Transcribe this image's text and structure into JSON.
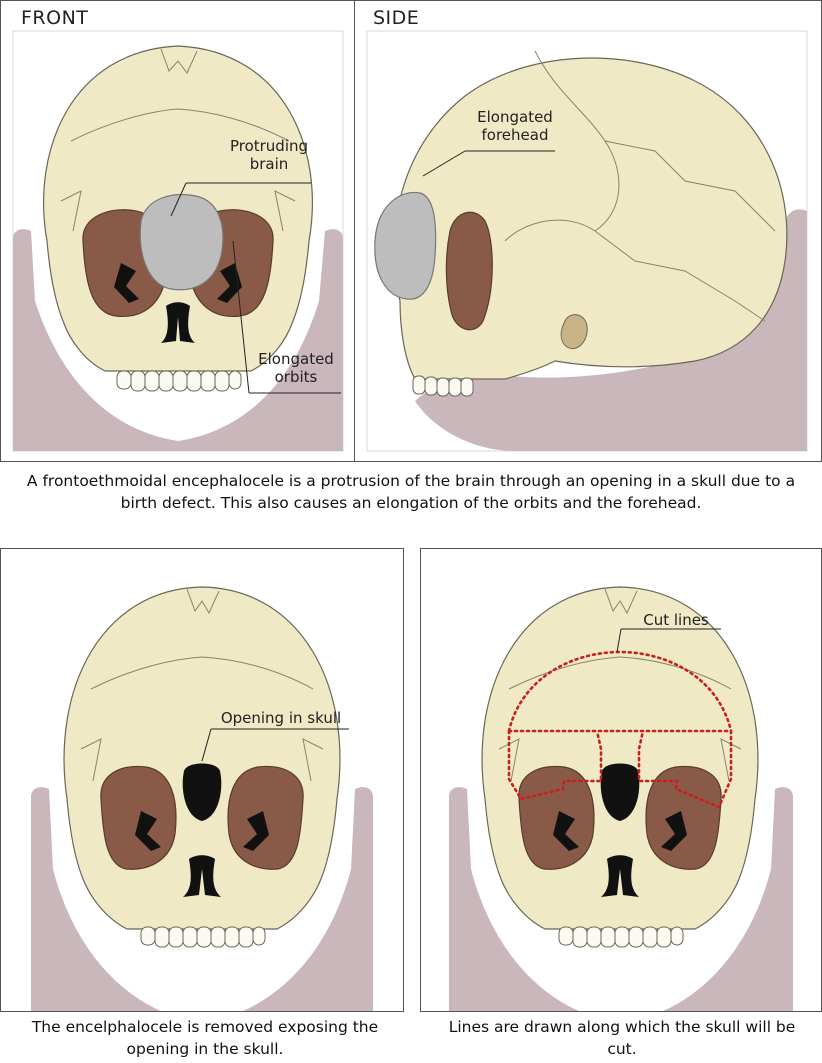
{
  "panels": {
    "front": {
      "title": "FRONT",
      "labels": {
        "protruding_brain": "Protruding\nbrain",
        "elongated_orbits": "Elongated\norbits"
      }
    },
    "side": {
      "title": "SIDE",
      "labels": {
        "elongated_forehead": "Elongated\nforehead"
      }
    },
    "removed": {
      "labels": {
        "opening_in_skull": "Opening in skull"
      }
    },
    "cut": {
      "labels": {
        "cut_lines": "Cut lines"
      }
    }
  },
  "captions": {
    "top": "A frontoethmoidal encephalocele is a protrusion of the brain through an opening in a skull due to a birth defect.  This also causes an elongation of the orbits and the forehead.",
    "bottom_left": "The encelphalocele is removed exposing the opening in the skull.",
    "bottom_right": "Lines are drawn along which the skull will be cut."
  },
  "colors": {
    "skin": "#c9b7bc",
    "bone": "#efe9c6",
    "orbit": "#8a5a48",
    "brain": "#bdbdbd",
    "cut_line": "#c8201e"
  }
}
